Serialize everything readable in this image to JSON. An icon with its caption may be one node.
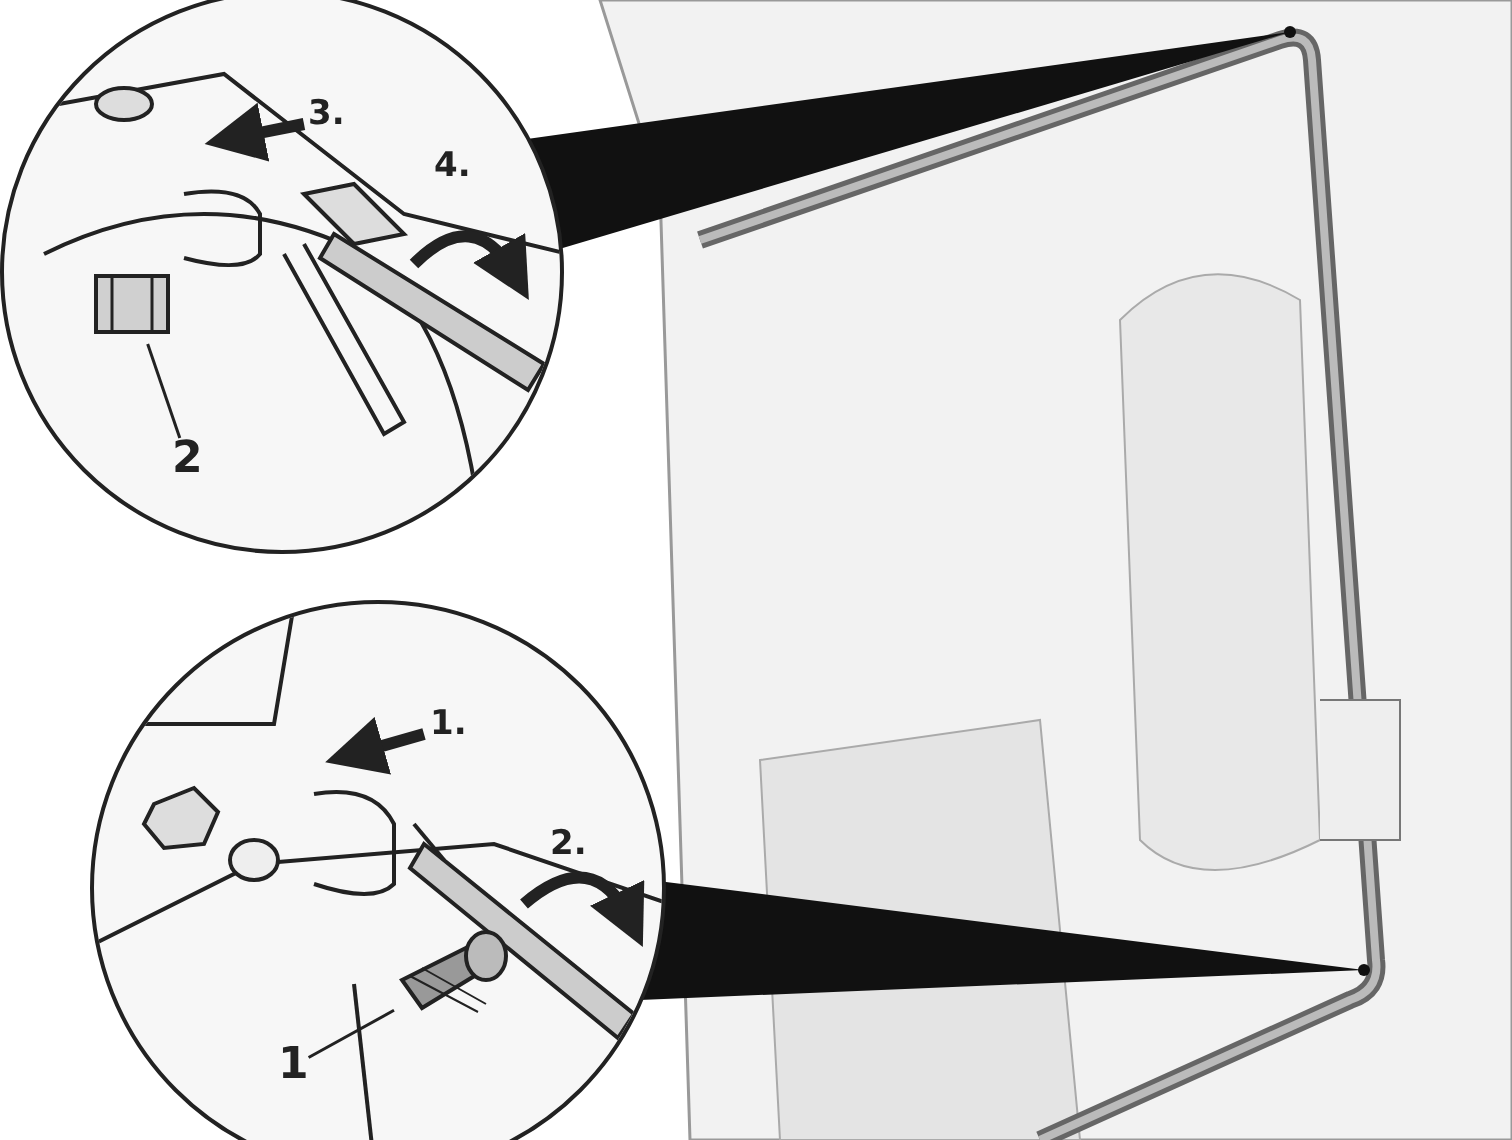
{
  "diagram": {
    "nodes": [
      {
        "text": [],
        "shape": "circle"
      },
      {
        "text": [
          "2"
        ],
        "in": 0
      },
      {
        "text": [],
        "shape": "picture",
        "in": 0
      },
      {
        "text": [],
        "shape": "circle"
      },
      {
        "text": [
          "1"
        ],
        "in": 3
      },
      {
        "text": [],
        "shape": "picture",
        "in": 3
      }
    ],
    "edges": [
      {
        "from": 1,
        "to": 2,
        "arrow": "none"
      },
      {
        "from": 4,
        "to": 5,
        "arrow": "none"
      }
    ],
    "labels": [
      "3.",
      "4.",
      "1.",
      "2."
    ]
  }
}
